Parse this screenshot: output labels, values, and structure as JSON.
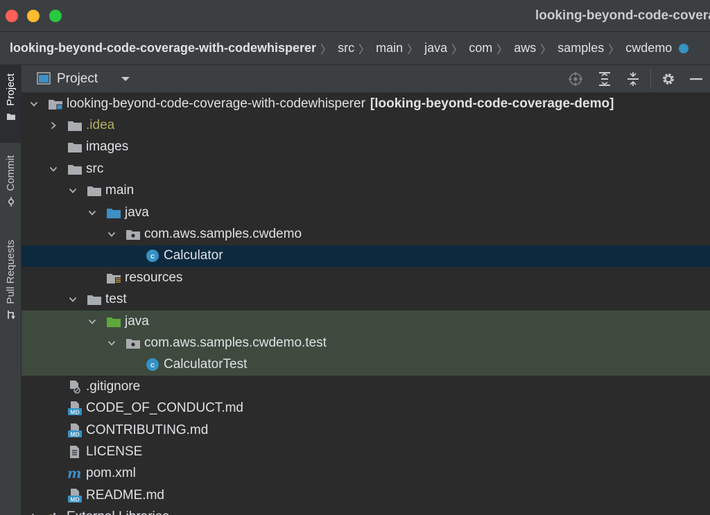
{
  "window": {
    "title": "looking-beyond-code-coverage-with-codewhisperer",
    "colors": {
      "close": "#ff5f57",
      "minimize": "#febc2e",
      "zoom": "#28c840"
    }
  },
  "breadcrumb": [
    "looking-beyond-code-coverage-with-codewhisperer",
    "src",
    "main",
    "java",
    "com",
    "aws",
    "samples",
    "cwdemo"
  ],
  "tool_strip": {
    "tabs": [
      {
        "label": "Project",
        "icon": "folder-icon",
        "active": true
      },
      {
        "label": "Commit",
        "icon": "commit-icon",
        "active": false
      },
      {
        "label": "Pull Requests",
        "icon": "pull-request-icon",
        "active": false
      }
    ]
  },
  "panel": {
    "title": "Project",
    "buttons": [
      "locate-icon",
      "expand-all-icon",
      "collapse-all-icon",
      "gear-icon",
      "hide-icon"
    ]
  },
  "tree": [
    {
      "label": "looking-beyond-code-coverage-with-codewhisperer",
      "module": "[looking-beyond-code-coverage-demo]",
      "depth": 0,
      "arrow": "down",
      "icon": "module-folder-icon"
    },
    {
      "label": ".idea",
      "depth": 1,
      "arrow": "right",
      "icon": "folder-icon",
      "style": "idea"
    },
    {
      "label": "images",
      "depth": 1,
      "arrow": "none",
      "icon": "folder-icon"
    },
    {
      "label": "src",
      "depth": 1,
      "arrow": "down",
      "icon": "folder-icon"
    },
    {
      "label": "main",
      "depth": 2,
      "arrow": "down",
      "icon": "folder-icon"
    },
    {
      "label": "java",
      "depth": 3,
      "arrow": "down",
      "icon": "source-folder-icon"
    },
    {
      "label": "com.aws.samples.cwdemo",
      "depth": 4,
      "arrow": "down",
      "icon": "package-icon"
    },
    {
      "label": "Calculator",
      "depth": 5,
      "arrow": "none",
      "icon": "java-class-icon",
      "selected": true
    },
    {
      "label": "resources",
      "depth": 3,
      "arrow": "none",
      "icon": "resources-folder-icon"
    },
    {
      "label": "test",
      "depth": 2,
      "arrow": "down",
      "icon": "folder-icon"
    },
    {
      "label": "java",
      "depth": 3,
      "arrow": "down",
      "icon": "test-folder-icon",
      "test": true
    },
    {
      "label": "com.aws.samples.cwdemo.test",
      "depth": 4,
      "arrow": "down",
      "icon": "package-icon",
      "test": true
    },
    {
      "label": "CalculatorTest",
      "depth": 5,
      "arrow": "none",
      "icon": "java-class-icon",
      "test": true
    },
    {
      "label": ".gitignore",
      "depth": 1,
      "arrow": "none",
      "icon": "gitignore-file-icon"
    },
    {
      "label": "CODE_OF_CONDUCT.md",
      "depth": 1,
      "arrow": "none",
      "icon": "markdown-file-icon"
    },
    {
      "label": "CONTRIBUTING.md",
      "depth": 1,
      "arrow": "none",
      "icon": "markdown-file-icon"
    },
    {
      "label": "LICENSE",
      "depth": 1,
      "arrow": "none",
      "icon": "text-file-icon"
    },
    {
      "label": "pom.xml",
      "depth": 1,
      "arrow": "none",
      "icon": "maven-file-icon"
    },
    {
      "label": "README.md",
      "depth": 1,
      "arrow": "none",
      "icon": "markdown-file-icon"
    },
    {
      "label": "External Libraries",
      "depth": 0,
      "arrow": "right",
      "icon": "libraries-icon"
    }
  ],
  "colors": {
    "selection": "#0d293e",
    "test_highlight": "#3e4a3e",
    "folder": "#a9acb0",
    "source_folder": "#3d8fc6",
    "test_folder": "#5fa83c",
    "class_badge": "#3592c4",
    "idea_text": "#b3ae60"
  }
}
